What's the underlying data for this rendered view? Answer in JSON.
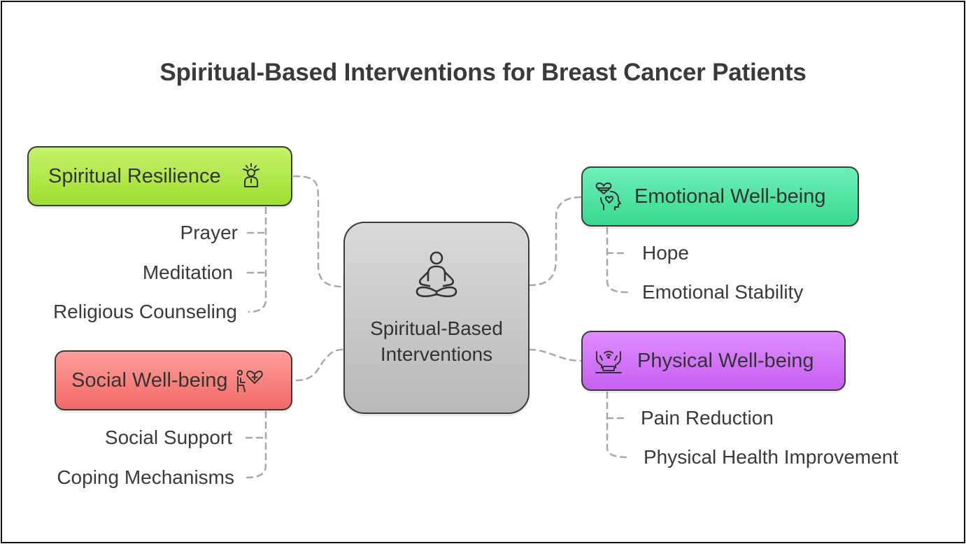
{
  "title": "Spiritual-Based Interventions for Breast Cancer Patients",
  "center": {
    "label": "Spiritual-Based Interventions",
    "icon": "meditation-person-icon"
  },
  "branches": {
    "spiritual_resilience": {
      "label": "Spiritual Resilience",
      "icon": "resilient-person-icon",
      "color": "#a6e33a",
      "items": [
        "Prayer",
        "Meditation",
        "Religious Counseling"
      ]
    },
    "social_wellbeing": {
      "label": "Social Well-being",
      "icon": "seated-person-heart-icon",
      "color": "#f27470",
      "items": [
        "Social Support",
        "Coping Mechanisms"
      ]
    },
    "emotional_wellbeing": {
      "label": "Emotional Well-being",
      "icon": "heart-head-icon",
      "color": "#42dc98",
      "items": [
        "Hope",
        "Emotional Stability"
      ]
    },
    "physical_wellbeing": {
      "label": "Physical Well-being",
      "icon": "hands-wellness-icon",
      "color": "#cb6bf5",
      "items": [
        "Pain Reduction",
        "Physical Health Improvement"
      ]
    }
  }
}
